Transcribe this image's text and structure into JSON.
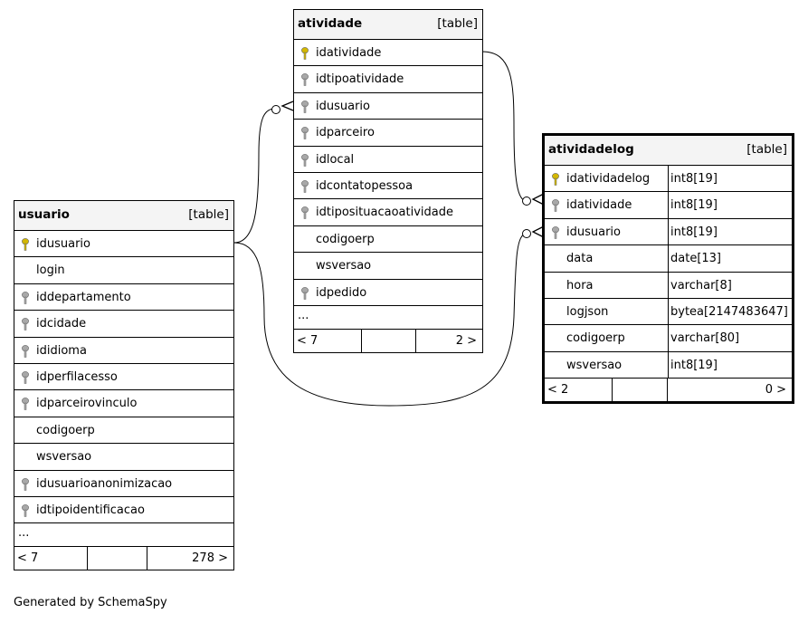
{
  "tables": {
    "usuario": {
      "name": "usuario",
      "type_label": "[table]",
      "columns": [
        {
          "name": "idusuario",
          "key": "primary"
        },
        {
          "name": "login",
          "key": "none"
        },
        {
          "name": "iddepartamento",
          "key": "foreign"
        },
        {
          "name": "idcidade",
          "key": "foreign"
        },
        {
          "name": "ididioma",
          "key": "foreign"
        },
        {
          "name": "idperfilacesso",
          "key": "foreign"
        },
        {
          "name": "idparceirovinculo",
          "key": "foreign"
        },
        {
          "name": "codigoerp",
          "key": "none"
        },
        {
          "name": "wsversao",
          "key": "none"
        },
        {
          "name": "idusuarioanonimizacao",
          "key": "foreign"
        },
        {
          "name": "idtipoidentificacao",
          "key": "foreign"
        }
      ],
      "more": "...",
      "footer": {
        "left": "< 7",
        "right": "278 >"
      }
    },
    "atividade": {
      "name": "atividade",
      "type_label": "[table]",
      "columns": [
        {
          "name": "idatividade",
          "key": "primary"
        },
        {
          "name": "idtipoatividade",
          "key": "foreign"
        },
        {
          "name": "idusuario",
          "key": "foreign"
        },
        {
          "name": "idparceiro",
          "key": "foreign"
        },
        {
          "name": "idlocal",
          "key": "foreign"
        },
        {
          "name": "idcontatopessoa",
          "key": "foreign"
        },
        {
          "name": "idtiposituacaoatividade",
          "key": "foreign"
        },
        {
          "name": "codigoerp",
          "key": "none"
        },
        {
          "name": "wsversao",
          "key": "none"
        },
        {
          "name": "idpedido",
          "key": "foreign"
        }
      ],
      "more": "...",
      "footer": {
        "left": "< 7",
        "right": "2 >"
      }
    },
    "atividadelog": {
      "name": "atividadelog",
      "type_label": "[table]",
      "columns": [
        {
          "name": "idatividadelog",
          "type": "int8[19]",
          "key": "primary"
        },
        {
          "name": "idatividade",
          "type": "int8[19]",
          "key": "foreign"
        },
        {
          "name": "idusuario",
          "type": "int8[19]",
          "key": "foreign"
        },
        {
          "name": "data",
          "type": "date[13]",
          "key": "none"
        },
        {
          "name": "hora",
          "type": "varchar[8]",
          "key": "none"
        },
        {
          "name": "logjson",
          "type": "bytea[2147483647]",
          "key": "none"
        },
        {
          "name": "codigoerp",
          "type": "varchar[80]",
          "key": "none"
        },
        {
          "name": "wsversao",
          "type": "int8[19]",
          "key": "none"
        }
      ],
      "footer": {
        "left": "< 2",
        "right": "0 >"
      }
    }
  },
  "key_colors": {
    "primary": "#d4b800",
    "foreign": "#a8a8a8"
  },
  "footer_text": "Generated by SchemaSpy"
}
